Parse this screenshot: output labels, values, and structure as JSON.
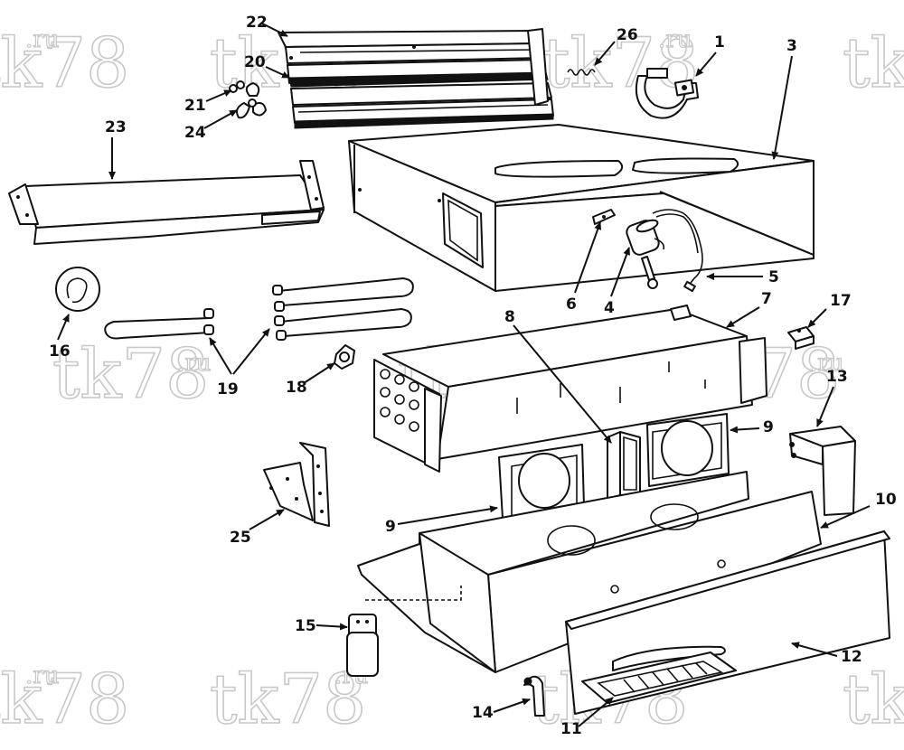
{
  "watermark": {
    "main": "tk78",
    "suffix": ".ru"
  },
  "callouts": {
    "c1": "1",
    "c3": "3",
    "c4": "4",
    "c5": "5",
    "c6": "6",
    "c7": "7",
    "c8": "8",
    "c9a": "9",
    "c9b": "9",
    "c10": "10",
    "c11": "11",
    "c12": "12",
    "c13": "13",
    "c14": "14",
    "c15": "15",
    "c16": "16",
    "c17": "17",
    "c18": "18",
    "c19": "19",
    "c20": "20",
    "c21": "21",
    "c22": "22",
    "c23": "23",
    "c24": "24",
    "c25": "25",
    "c26": "26"
  },
  "colors": {
    "line": "#111111",
    "background": "#ffffff",
    "watermark": "#c8c8c8"
  }
}
